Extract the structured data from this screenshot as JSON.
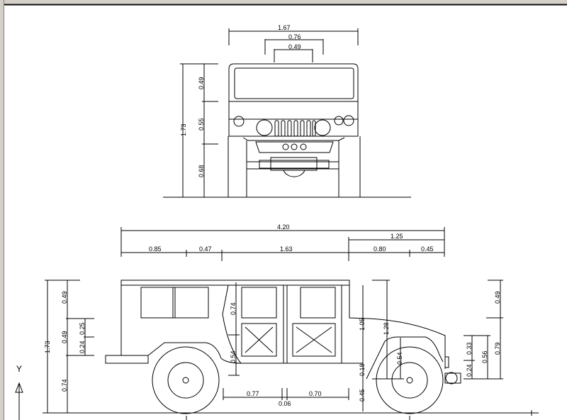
{
  "window": {
    "ucs_axis_label": "Y"
  },
  "front_view": {
    "width_overall": "1.67",
    "width_mid": "0.76",
    "width_inner": "0.49",
    "height_total": "1.73",
    "height_top": "0.49",
    "height_mid": "0.55",
    "height_low": "0.68"
  },
  "side_view": {
    "length_overall": "4.20",
    "front_overhang_total": "1.25",
    "segments": [
      "0.85",
      "0.47",
      "1.63",
      "0.80",
      "0.45"
    ],
    "rear_dims": {
      "total": "1.73",
      "top": "0.49",
      "mid": "0.49",
      "low": "0.74",
      "upper_sub": "0.25",
      "lower_sub": "0.24"
    },
    "door_dims": {
      "window_height": "0.74",
      "lower_height": "0.54",
      "door1_width": "0.77",
      "gap": "0.06",
      "door2_width": "0.70"
    },
    "front_dims": {
      "body_height": "1.05",
      "rocker": "0.18",
      "ground_clearance": "0.45",
      "fender_height": "1.28",
      "wheel_arch": "0.54",
      "bumper_top": "0.33",
      "bumper_low": "0.24",
      "bumper_total": "0.56",
      "hood_top": "0.49",
      "hood_height": "0.79"
    }
  }
}
